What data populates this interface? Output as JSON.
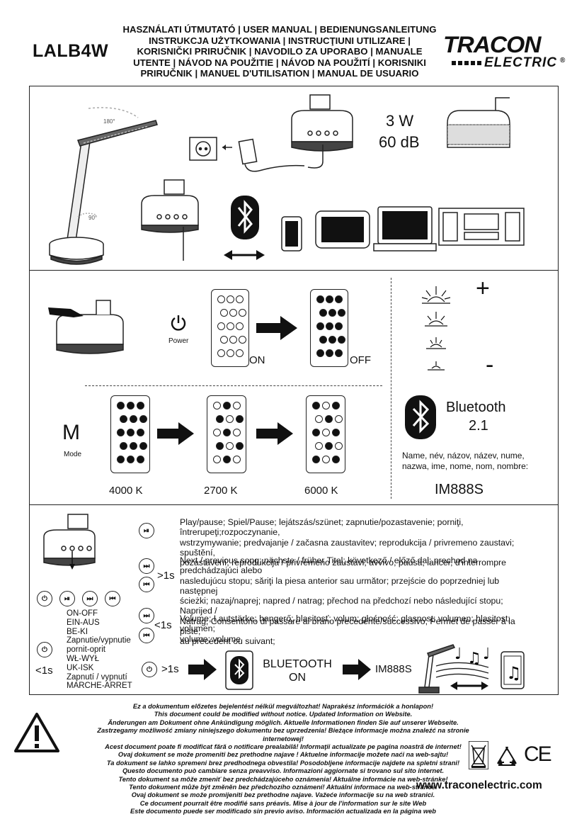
{
  "header": {
    "model": "LALB4W",
    "title_lines": [
      "HASZNÁLATI ÚTMUTATÓ | USER MANUAL | BEDIENUNGSANLEITUNG",
      "INSTRUKCJA UŻYTKOWANIA | INSTRUCŢIUNI UTILIZARE |",
      "KORISNIČKI PRIRUČNIK | NAVODILO ZA UPORABO | MANUALE",
      "UTENTE | NÁVOD NA POUŽITIE | NÁVOD NA POUŽITÍ | KORISNIKI",
      "PRIRUČNIK | MANUEL D'UTILISATION | MANUAL DE USUARIO"
    ],
    "logo_top": "TRACON",
    "logo_bottom": "ELECTRIC",
    "logo_reg": "®"
  },
  "section1": {
    "angle_top": "180°",
    "angle_bottom": "90°",
    "power_w": "3 W",
    "noise_db": "60 dB"
  },
  "section2": {
    "power_label": "Power",
    "on_label": "ON",
    "off_label": "OFF",
    "plus": "+",
    "minus": "-",
    "mode_letter": "M",
    "mode_label": "Mode",
    "temps": [
      "4000 K",
      "2700 K",
      "6000 K"
    ],
    "bluetooth_label": "Bluetooth",
    "bluetooth_version": "2.1",
    "name_lines": [
      "Name, név, názov, název, nume,",
      "nazwa, ime, nome, nom, nombre:"
    ],
    "device_name": "IM888S"
  },
  "section3": {
    "playpause_lines": [
      "Play/pause; Spiel/Pause; lejátszás/szünet; zapnutie/pozastavenie; porniţi, întrerupeţi;rozpoczynanie,",
      "wstrzymywanie; predvajanje / začasna zaustavitev; reprodukcija / privremeno zaustavi; spuštění,",
      "pozastavení; reprodukcija / privremeno zaustavi; avvivo, pausa; lancer, d'interrompre"
    ],
    "next_lines": [
      "Next / previous song; nächste / früher Titel; következő / előző dal; prechod na predchádzajúci alebo",
      "nasledujúcu stopu; săriţi la piesa anterior sau următor; przejście do poprzedniej lub następnej",
      "ścieżki; nazaj/naprej; napred / natrag; přechod na předchozí nebo následující stopu; Naprijed /",
      "Natrag; Consentono di passare al brano precedente/successivo; Permet de passer à la piste,",
      "au précédent ou suivant;"
    ],
    "volume_lines": [
      "Volume; Lautstärke; hangerő; hlasitosť; volum; głośność; glasnost; volumen; hlasitost; volumen;",
      "volume; volume"
    ],
    "gt1s": ">1s",
    "lt1s": "<1s",
    "onoff_lines": [
      "ON-OFF",
      "EIN-AUS",
      "BE-KI",
      "Zapnutie/vypnutie",
      "pornit-oprit",
      "WŁ-WYŁ",
      "UK-ISK",
      "Zapnutí / vypnutí",
      "MARCHE-ARRET"
    ],
    "onoff_time": "<1s",
    "bt_time": ">1s",
    "bt_title": "BLUETOOTH",
    "bt_on": "ON",
    "bt_device": "IM888S"
  },
  "footer": {
    "lines": [
      "Ez a dokumentum előzetes bejelentést nélkül megváltozhat! Naprakész információk a honlapon!",
      "This document could be modified without notice. Updated Information on Website.",
      "Änderungen am Dokument ohne Ankündigung möglich. Aktuelle Informationen finden Sie auf unserer Webseite.",
      "Zastrzegamy możliwość zmiany niniejszego dokumentu bez uprzedzenia! Bieżące informacje można znaleźć na stronie internetowej!",
      "Acest document poate fi modificat fără o notificare prealabilă! Informaţii actualizate pe pagina noastră de internet!",
      "Ovaj dokument se može promeniti bez prethodne najave ! Aktuelne informacije možete naći na web-sajtu!",
      "Ta dokument se lahko spremeni brez predhodnega obvestila! Posodobljene informacije najdete na spletni strani!",
      "Questo documento può cambiare senza preavviso. Informazioni aggiornate si trovano sul sito internet.",
      "Tento dokument sa môže zmeniť bez predchádzajúceho oznámenia! Aktuálne informácie na web-stránke!",
      "Tento dokument může být změněn bez předchozího oznámení! Aktuální informace na web-stránce!",
      "Ovaj dokument se može promijeniti bez prethodne najave. Važeće informacije su na web stranici.",
      "Ce document pourrait être modifié sans préavis. Mise à jour de l'information sur le site Web",
      "Este documento puede ser modificado sin previo aviso. Información actualizada en la página web"
    ],
    "url": "www.traconelectric.com",
    "ce": "CE"
  }
}
